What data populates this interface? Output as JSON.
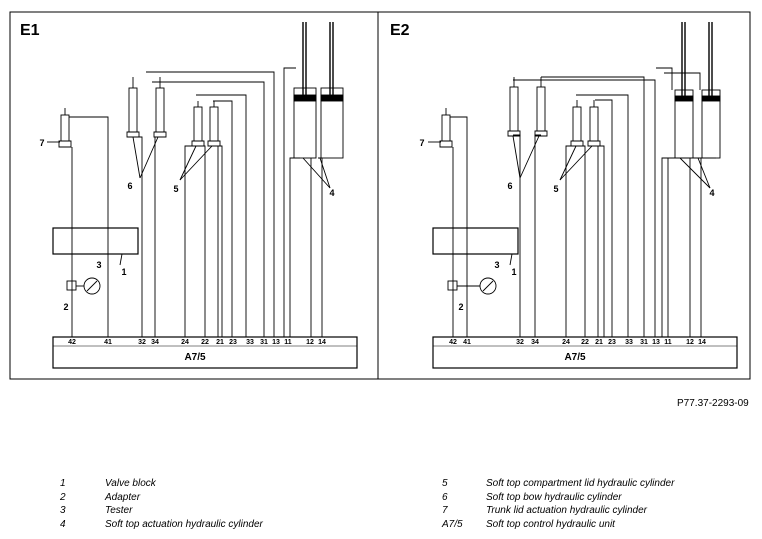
{
  "panels": [
    {
      "id": "E1",
      "title": "E1"
    },
    {
      "id": "E2",
      "title": "E2"
    }
  ],
  "callouts": {
    "c1": "1",
    "c2": "2",
    "c3": "3",
    "c4": "4",
    "c5": "5",
    "c6": "6",
    "c7": "7"
  },
  "control_unit": {
    "label": "A7/5",
    "ports": [
      "42",
      "41",
      "32",
      "34",
      "24",
      "22",
      "21",
      "23",
      "33",
      "31",
      "13",
      "11",
      "12",
      "14"
    ]
  },
  "reference": "P77.37-2293-09",
  "legend": [
    {
      "key": "1",
      "text": "Valve block"
    },
    {
      "key": "2",
      "text": "Adapter"
    },
    {
      "key": "3",
      "text": "Tester"
    },
    {
      "key": "4",
      "text": "Soft top actuation hydraulic cylinder"
    },
    {
      "key": "5",
      "text": "Soft top compartment lid hydraulic cylinder"
    },
    {
      "key": "6",
      "text": "Soft top bow hydraulic cylinder"
    },
    {
      "key": "7",
      "text": "Trunk lid actuation hydraulic cylinder"
    },
    {
      "key": "A7/5",
      "text": "Soft top control hydraulic unit"
    }
  ]
}
